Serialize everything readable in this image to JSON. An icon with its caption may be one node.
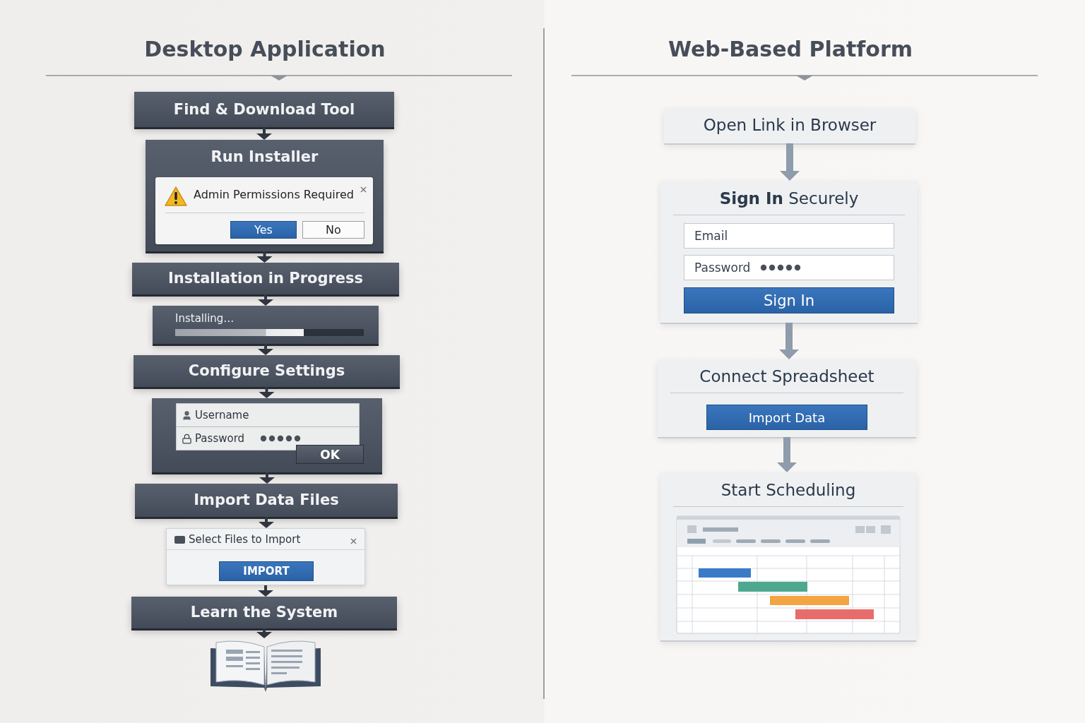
{
  "diagram": {
    "nodes": [
      {
        "text": [
          "Find & Download Tool"
        ]
      },
      {
        "text": [
          "Run Installer"
        ]
      },
      {
        "text": [
          "Admin Permissions Required",
          "Yes",
          "No"
        ],
        "in": 1
      },
      {
        "text": [
          "Installation in Progress"
        ]
      },
      {
        "text": [
          "Installing…"
        ]
      },
      {
        "text": [
          "Configure Settings"
        ]
      },
      {
        "text": [
          "Username",
          "Password",
          "OK"
        ]
      },
      {
        "text": [
          "Import Data Files"
        ]
      },
      {
        "text": [
          "Select Files to Import",
          "IMPORT"
        ]
      },
      {
        "text": [
          "Learn the System"
        ]
      },
      {
        "text": [],
        "shape": "picture"
      },
      {
        "text": [
          "Open Link in Browser"
        ]
      },
      {
        "text": [
          "**Sign In** Securely",
          "Email",
          "Password",
          "Sign In"
        ]
      },
      {
        "text": [
          "Connect Spreadsheet",
          "Import Data"
        ]
      },
      {
        "text": [
          "Start Scheduling"
        ]
      }
    ],
    "edges": [
      {
        "from": 0,
        "to": 1,
        "arrow": "to"
      },
      {
        "from": 1,
        "to": 3,
        "arrow": "to"
      },
      {
        "from": 3,
        "to": 4,
        "arrow": "to"
      },
      {
        "from": 4,
        "to": 5,
        "arrow": "to"
      },
      {
        "from": 5,
        "to": 6,
        "arrow": "to"
      },
      {
        "from": 6,
        "to": 7,
        "arrow": "to"
      },
      {
        "from": 7,
        "to": 8,
        "arrow": "to"
      },
      {
        "from": 8,
        "to": 9,
        "arrow": "to"
      },
      {
        "from": 9,
        "to": 10,
        "arrow": "to"
      },
      {
        "from": 11,
        "to": 12,
        "arrow": "to",
        "style": "thick",
        "color": "#8e9cab"
      },
      {
        "from": 12,
        "to": 13,
        "arrow": "to",
        "style": "thick",
        "color": "#8e9cab"
      },
      {
        "from": 13,
        "to": 14,
        "arrow": "to",
        "style": "thick",
        "color": "#8e9cab"
      }
    ],
    "labels": [
      "Desktop Application",
      "Web-Based Platform"
    ]
  }
}
